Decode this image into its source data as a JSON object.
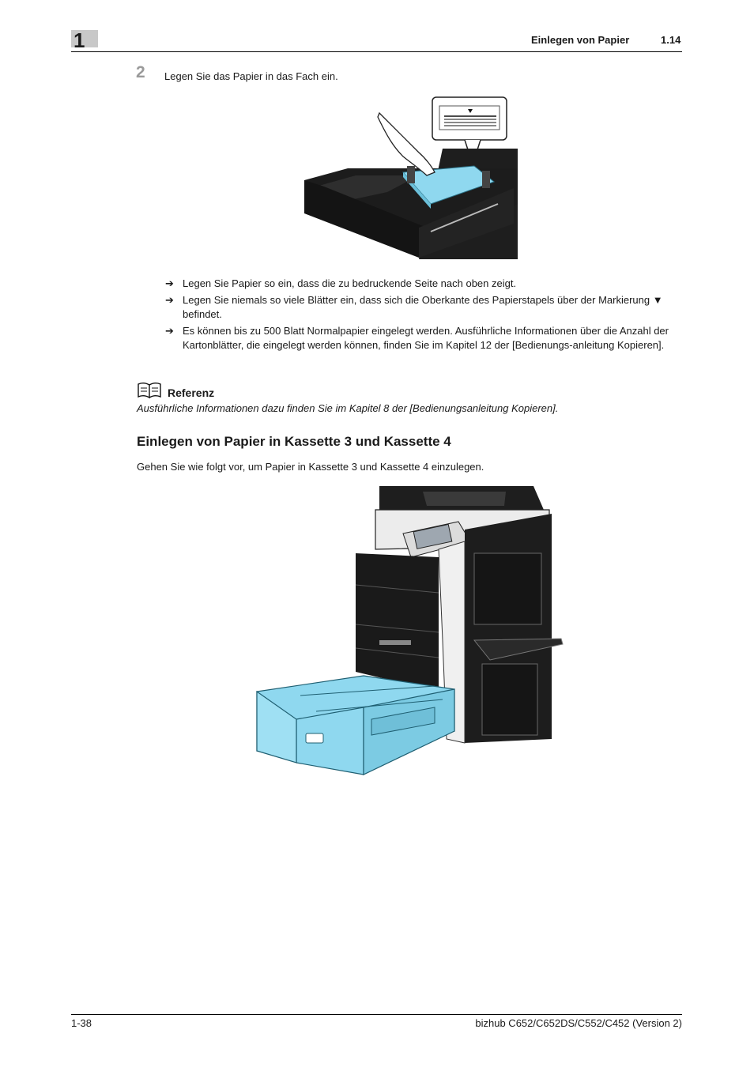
{
  "header": {
    "chapter_number": "1",
    "title": "Einlegen von Papier",
    "section_number": "1.14"
  },
  "step": {
    "number": "2",
    "text": "Legen Sie das Papier in das Fach ein."
  },
  "bullets": [
    {
      "marker": "➔",
      "text": "Legen Sie Papier so ein, dass die zu bedruckende Seite nach oben zeigt."
    },
    {
      "marker": "➔",
      "text": "Legen Sie niemals so viele Blätter ein, dass sich die Oberkante des Papierstapels über der Markierung ▼ befindet."
    },
    {
      "marker": "➔",
      "text": "Es können bis zu 500 Blatt Normalpapier eingelegt werden. Ausführliche Informationen über die Anzahl der Kartonblätter, die eingelegt werden können, finden Sie im Kapitel 12 der [Bedienungs-anleitung Kopieren]."
    }
  ],
  "reference": {
    "icon": "book-icon",
    "title": "Referenz",
    "text": "Ausführliche Informationen dazu finden Sie im Kapitel 8 der [Bedienungsanleitung Kopieren]."
  },
  "section": {
    "heading": "Einlegen von Papier in Kassette 3 und Kassette 4",
    "intro": "Gehen Sie wie folgt vor, um Papier in Kassette 3 und Kassette 4 einzulegen."
  },
  "footer": {
    "page": "1-38",
    "product": "bizhub C652/C652DS/C552/C452 (Version 2)"
  },
  "colors": {
    "paper_blue": "#8fd8ef",
    "machine_dark": "#1c1c1c",
    "step_gray": "#9a9a9a"
  }
}
